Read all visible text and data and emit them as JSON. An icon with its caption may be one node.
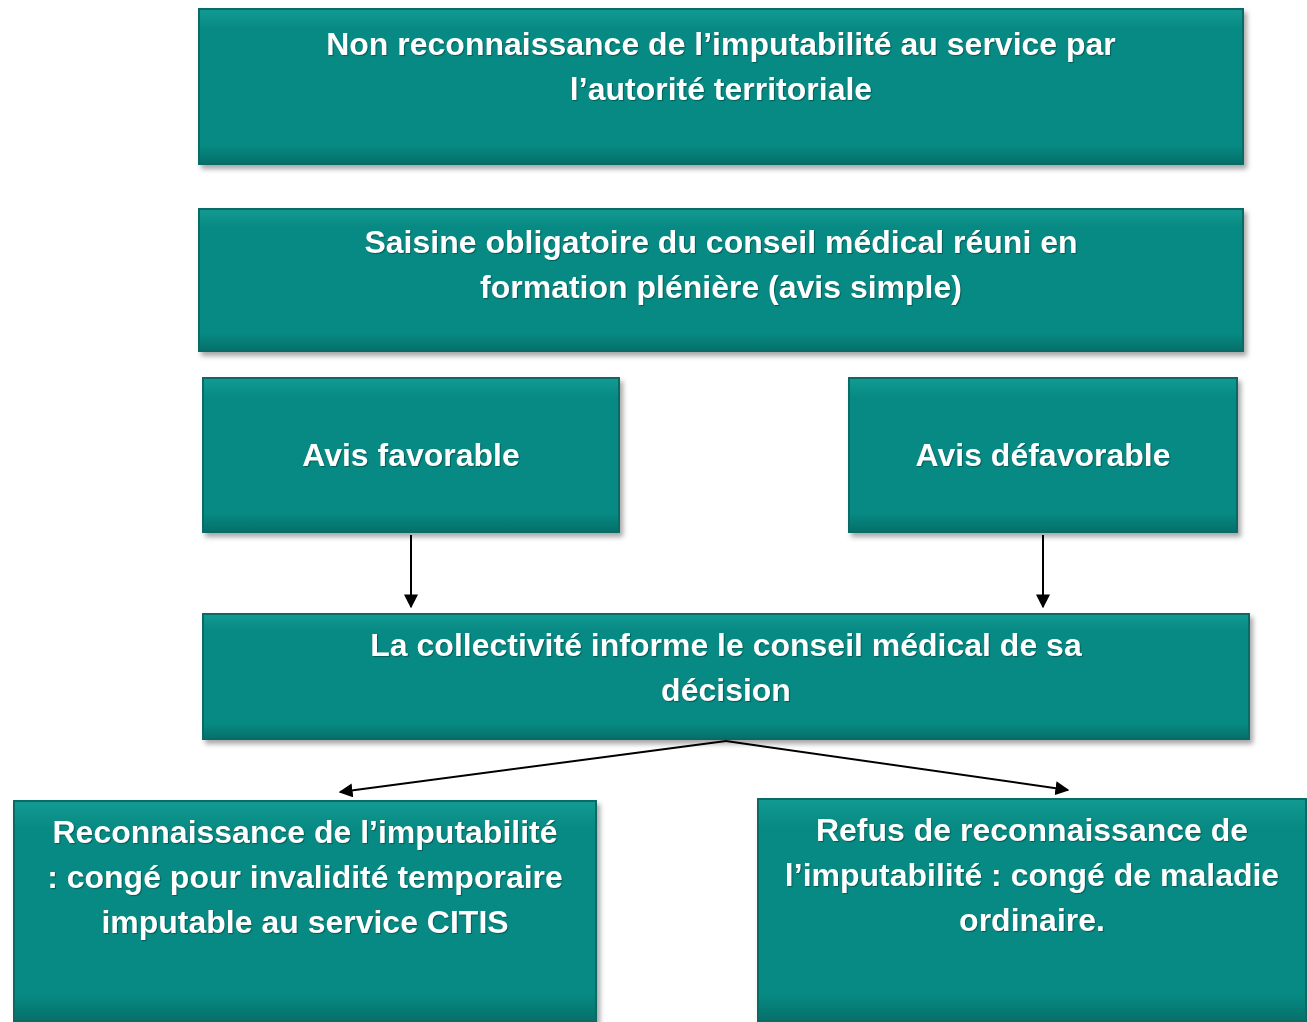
{
  "diagram": {
    "nodes": [
      {
        "text": [
          "Non reconnaissance de l’imputabilité au service par l’autorité territoriale"
        ]
      },
      {
        "text": [
          "Saisine obligatoire du conseil médical réuni en formation plénière (avis simple)"
        ]
      },
      {
        "text": [
          "Avis favorable"
        ]
      },
      {
        "text": [
          "Avis défavorable"
        ]
      },
      {
        "text": [
          "La collectivité informe le conseil médical de sa décision"
        ]
      },
      {
        "text": [
          "Reconnaissance de l’imputabilité : congé pour invalidité temporaire imputable au service CITIS"
        ]
      },
      {
        "text": [
          "Refus de reconnaissance de l’imputabilité : congé de maladie ordinaire."
        ]
      }
    ],
    "edges": [
      {
        "from": 2,
        "to": 4,
        "arrow": "to"
      },
      {
        "from": 3,
        "to": 4,
        "arrow": "to"
      },
      {
        "from": 4,
        "to": 5,
        "arrow": "to"
      },
      {
        "from": 4,
        "to": 6,
        "arrow": "to"
      }
    ]
  }
}
